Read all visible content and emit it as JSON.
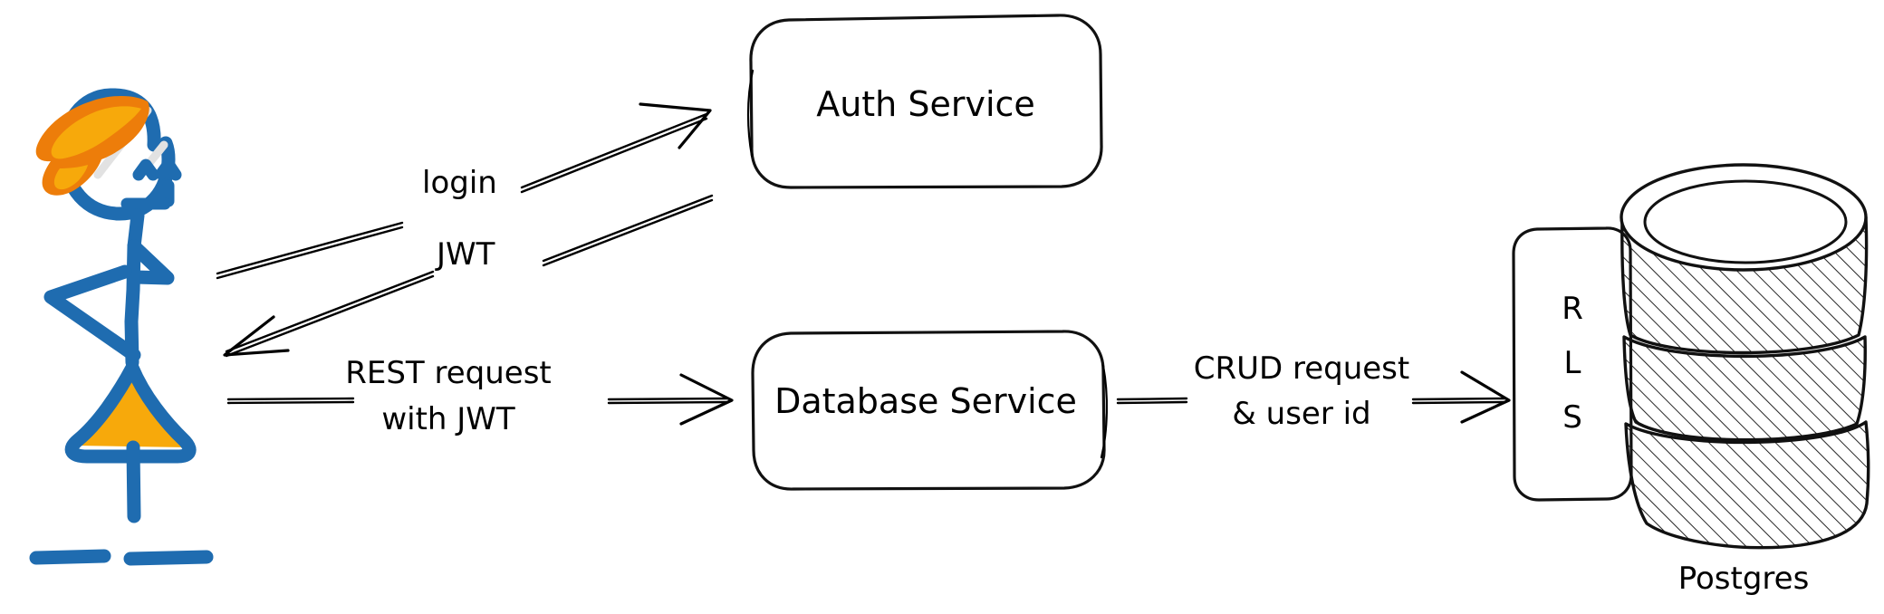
{
  "diagram": {
    "title": "Auth flow with Row Level Security",
    "background_color": "#ffffff",
    "ink_color": "#000000",
    "person_color": "#1f6cb0",
    "accent_color": "#f7a90b",
    "accent_dark_color": "#ed7d0a"
  },
  "actor": {
    "name": "user-stick-figure",
    "description": "stick figure person with hair bow and skirt"
  },
  "nodes": [
    {
      "id": "auth-service",
      "label": "Auth Service",
      "shape": "rounded-rect"
    },
    {
      "id": "database-service",
      "label": "Database Service",
      "shape": "rounded-rect"
    },
    {
      "id": "rls",
      "label": "RLS",
      "letters": [
        "R",
        "L",
        "S"
      ],
      "shape": "tall-rounded-rect"
    },
    {
      "id": "postgres",
      "label": "Postgres",
      "shape": "database-cylinder"
    }
  ],
  "edges": [
    {
      "id": "login-edge",
      "label": "login",
      "from": "user",
      "to": "auth-service"
    },
    {
      "id": "jwt-edge",
      "label": "JWT",
      "from": "auth-service",
      "to": "user"
    },
    {
      "id": "rest-edge",
      "label_line_1": "REST request",
      "label_line_2": "with JWT",
      "from": "user",
      "to": "database-service"
    },
    {
      "id": "crud-edge",
      "label_line_1": "CRUD request",
      "label_line_2": "& user id",
      "from": "database-service",
      "to": "rls"
    }
  ],
  "labels": {
    "auth_service": "Auth Service",
    "database_service": "Database Service",
    "postgres": "Postgres",
    "rls_r": "R",
    "rls_l": "L",
    "rls_s": "S",
    "login": "login",
    "jwt": "JWT",
    "rest_line1": "REST request",
    "rest_line2": "with JWT",
    "crud_line1": "CRUD request",
    "crud_line2": "& user id"
  }
}
